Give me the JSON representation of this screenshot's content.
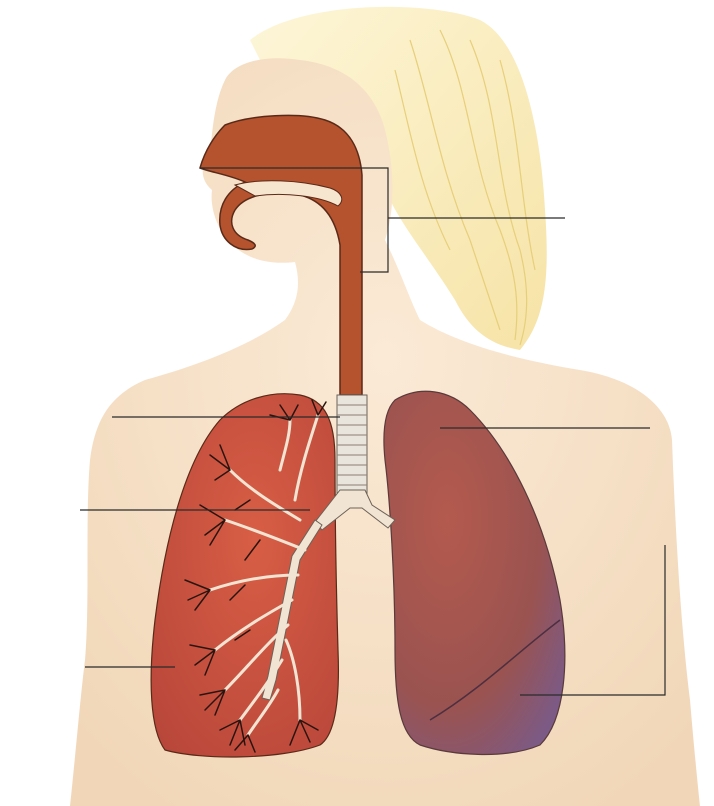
{
  "diagram": {
    "subject": "respiratory-system",
    "labels_visible": false,
    "leader_lines": [
      {
        "id": "nasal-cavity-pharynx",
        "side": "right",
        "label": ""
      },
      {
        "id": "larynx",
        "side": "left",
        "label": ""
      },
      {
        "id": "lung-right-side",
        "side": "right",
        "label": ""
      },
      {
        "id": "bronchus",
        "side": "left",
        "label": ""
      },
      {
        "id": "bronchiole",
        "side": "left",
        "label": ""
      },
      {
        "id": "lung-lobe",
        "side": "right",
        "label": ""
      }
    ]
  },
  "colors": {
    "background": "#ffffff",
    "skin": "#f7e6cf",
    "skin_shade": "#f0d5b5",
    "hair": "#fbf0c4",
    "hair_strand": "#e7cf7a",
    "airway": "#b4532e",
    "airway_outline": "#5a2a18",
    "trachea_ring": "#e9e4dc",
    "lung_left": "#c2503c",
    "lung_right": "#9a5350",
    "lung_right_shade": "#7b5a86",
    "bronchi": "#f2e4d3",
    "bronchiole_tip": "#2a1410",
    "leader_line": "#2b2b2b"
  }
}
